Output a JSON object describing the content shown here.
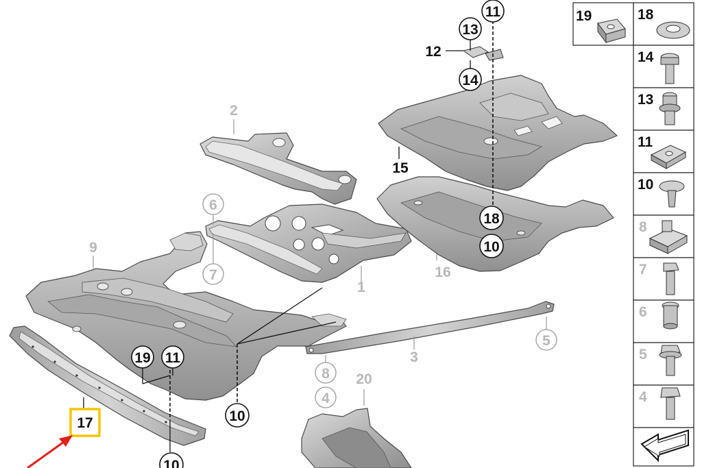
{
  "diagram": {
    "part_labels": {
      "p1": "1",
      "p2": "2",
      "p3": "3",
      "p9": "9",
      "p15": "15",
      "p16": "16",
      "p17": "17",
      "p20": "20",
      "p12": "12"
    },
    "callouts": {
      "c6": "6",
      "c7": "7",
      "c5": "5",
      "c8": "8",
      "c4": "4",
      "c19": "19",
      "c11a": "11",
      "c10a": "10",
      "c10b": "10",
      "c13": "13",
      "c11b": "11",
      "c14": "14",
      "c18": "18",
      "c10c": "10"
    },
    "highlight": {
      "label": "17",
      "color": "#f5c400"
    },
    "arrow_color": "#e0201c"
  },
  "legend": {
    "cells": [
      {
        "number": "19",
        "icon": "clip-nut-icon"
      },
      {
        "number": "18",
        "icon": "washer-icon"
      },
      {
        "number": "14",
        "icon": "collar-bolt-icon"
      },
      {
        "number": "13",
        "icon": "grommet-icon"
      },
      {
        "number": "11",
        "icon": "spring-clip-icon"
      },
      {
        "number": "10",
        "icon": "expanding-rivet-icon"
      },
      {
        "number": "8",
        "icon": "cage-nut-icon"
      },
      {
        "number": "7",
        "icon": "hex-screw-icon"
      },
      {
        "number": "6",
        "icon": "rivet-nut-icon"
      },
      {
        "number": "5",
        "icon": "flange-screw-icon"
      },
      {
        "number": "4",
        "icon": "hex-bolt-icon"
      }
    ],
    "nav": "page-arrow-icon"
  }
}
